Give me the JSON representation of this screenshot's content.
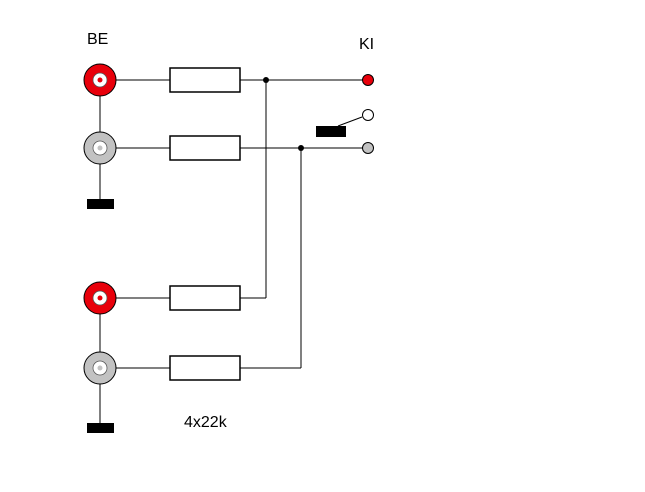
{
  "diagram": {
    "label_inputs": "BE",
    "label_outputs": "KI",
    "resistor_note": "4x22k",
    "colors": {
      "red": "#e8000b",
      "gray": "#c2c2c2",
      "white": "#ffffff",
      "black": "#000000"
    }
  }
}
